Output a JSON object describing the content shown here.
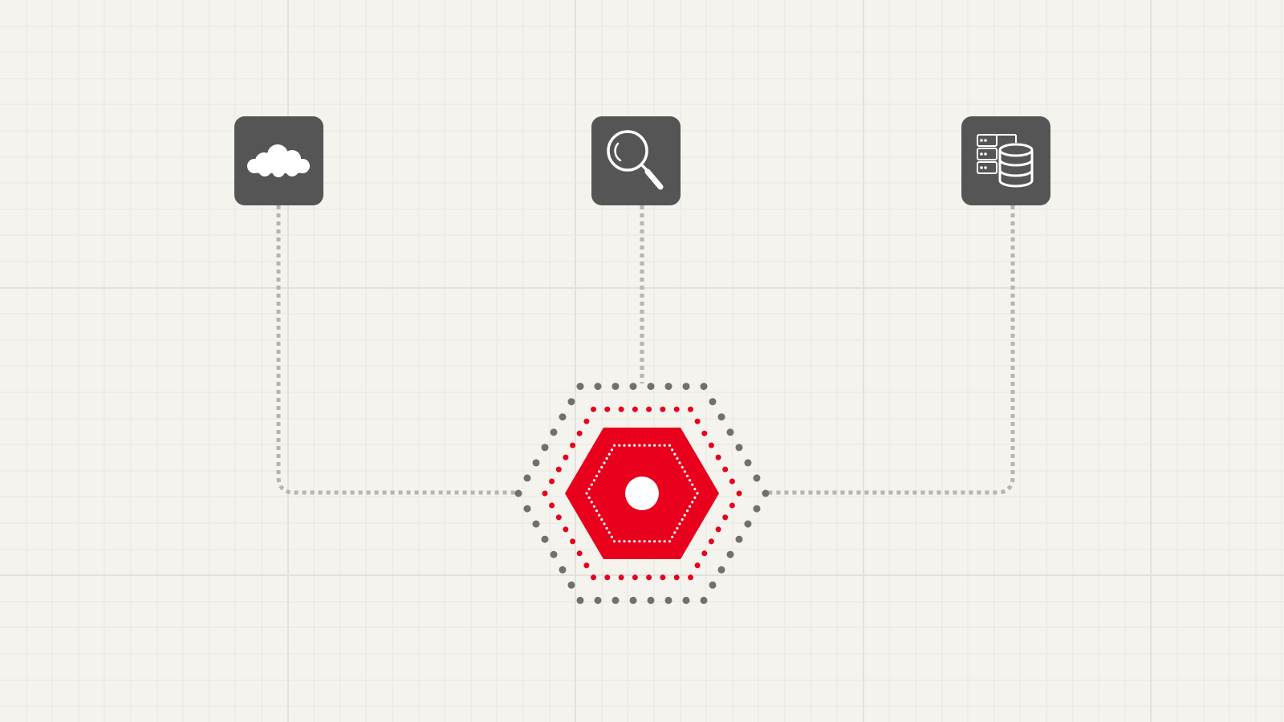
{
  "diagram": {
    "nodes": [
      {
        "id": "cloud",
        "icon": "cloud-icon"
      },
      {
        "id": "search",
        "icon": "magnifier-icon"
      },
      {
        "id": "storage",
        "icon": "server-database-icon"
      }
    ],
    "hub": {
      "icon": "hexagon-hub-icon"
    },
    "connections": [
      {
        "from": "cloud",
        "to": "hub"
      },
      {
        "from": "search",
        "to": "hub"
      },
      {
        "from": "storage",
        "to": "hub"
      }
    ]
  },
  "colors": {
    "background": "#f4f3ee",
    "grid_minor": "#e8e7e1",
    "grid_major": "#e2e1da",
    "tile": "#555555",
    "icon": "#ffffff",
    "connector": "#b5b5b5",
    "hub_red": "#e8001c",
    "outer_ring": "#707070"
  }
}
